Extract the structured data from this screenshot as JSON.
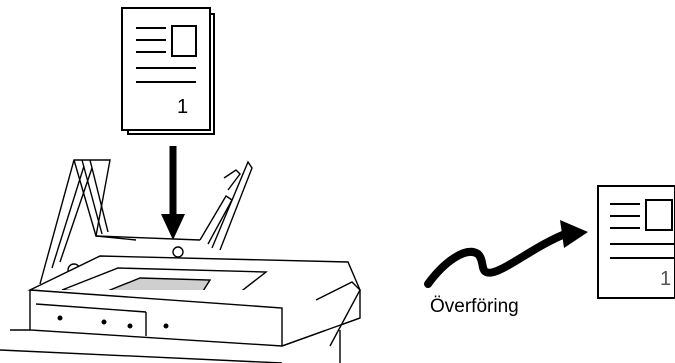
{
  "source_document": {
    "page_number": "1",
    "icon": "document-page-icon"
  },
  "received_document": {
    "page_number": "1",
    "icon": "document-page-icon"
  },
  "transmission": {
    "label": "Överföring",
    "icon": "curved-transfer-arrow-icon"
  },
  "scanner": {
    "icon": "copier-scanner-open-lid-icon"
  },
  "placement_arrow": {
    "icon": "down-arrow-icon"
  },
  "colors": {
    "stroke": "#000000",
    "fill": "#ffffff",
    "original_on_glass": "#cfcfcf"
  }
}
